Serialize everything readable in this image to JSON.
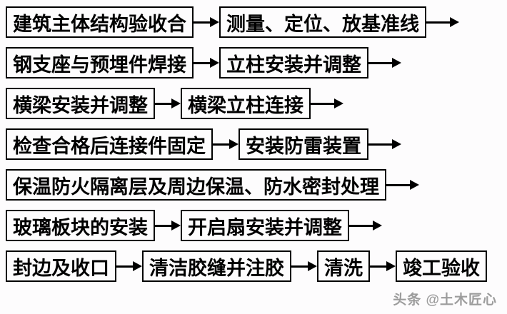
{
  "page": {
    "background_color": "#fdfcfd",
    "watermark": "头条 @土木匠心",
    "watermark_color": "#9c9c9c"
  },
  "flow": {
    "type": "flowchart",
    "direction": "left-to-right",
    "box_border_color": "#000000",
    "text_color": "#000000",
    "arrow_color": "#000000",
    "rows": [
      {
        "steps": [
          {
            "label": "建筑主体结构验收合"
          },
          {
            "label": "测量、定位、放基准线"
          }
        ],
        "trailing_arrow": true
      },
      {
        "steps": [
          {
            "label": "钢支座与预埋件焊接"
          },
          {
            "label": "立柱安装并调整"
          }
        ],
        "trailing_arrow": true
      },
      {
        "steps": [
          {
            "label": "横梁安装并调整"
          },
          {
            "label": "横梁立柱连接"
          }
        ],
        "trailing_arrow": true
      },
      {
        "steps": [
          {
            "label": "检查合格后连接件固定"
          },
          {
            "label": "安装防雷装置"
          }
        ],
        "trailing_arrow": true
      },
      {
        "steps": [
          {
            "label": "保温防火隔离层及周边保温、防水密封处理"
          }
        ],
        "trailing_arrow": true
      },
      {
        "steps": [
          {
            "label": "玻璃板块的安装"
          },
          {
            "label": "开启扇安装并调整"
          }
        ],
        "trailing_arrow": true
      },
      {
        "steps": [
          {
            "label": "封边及收口"
          },
          {
            "label": "清洁胶缝并注胶"
          },
          {
            "label": "清洗"
          },
          {
            "label": "竣工验收"
          }
        ],
        "trailing_arrow": false
      }
    ]
  }
}
